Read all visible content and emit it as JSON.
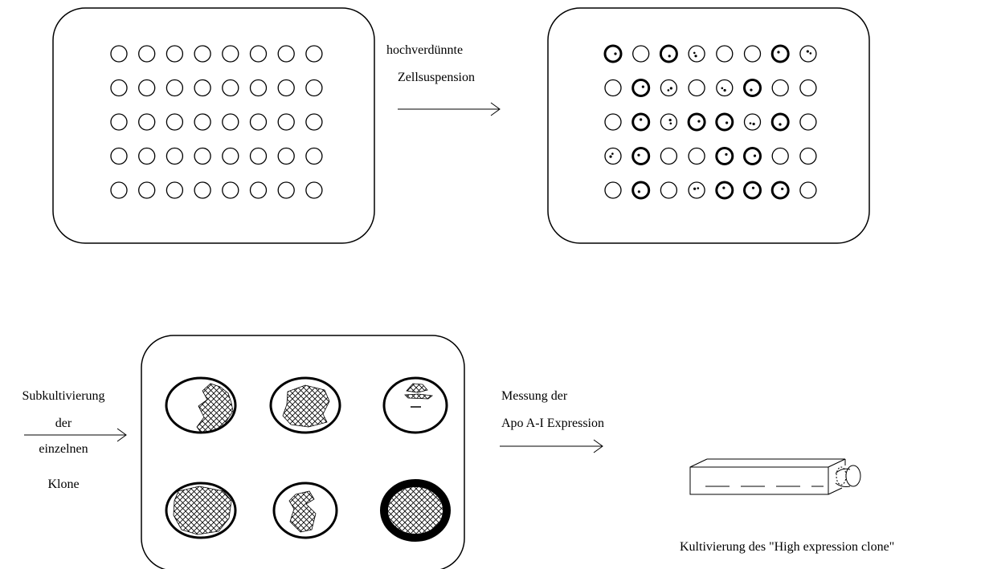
{
  "labels": {
    "dilution_line1": "hochverdünnte",
    "dilution_line2": "Zellsuspension",
    "subculture_line1": "Subkultivierung",
    "subculture_line2": "der",
    "subculture_line3": "einzelnen",
    "subculture_line4": "Klone",
    "measure_line1": "Messung der",
    "measure_line2": "Apo A-I Expression",
    "flask_caption": "Kultivierung des \"High expression clone\""
  },
  "plates": {
    "empty_plate": {
      "rows": 5,
      "cols": 8
    },
    "seeded_plate": {
      "rows": 5,
      "cols": 8,
      "well_content": [
        [
          "colony",
          "empty",
          "colony",
          "cells",
          "empty",
          "empty",
          "colony",
          "cells"
        ],
        [
          "empty",
          "colony",
          "cells",
          "empty",
          "cells",
          "colony",
          "empty",
          "empty"
        ],
        [
          "empty",
          "colony",
          "cells",
          "colony",
          "colony",
          "cells",
          "colony",
          "empty"
        ],
        [
          "cells",
          "colony",
          "empty",
          "empty",
          "colony",
          "colony",
          "empty",
          "empty"
        ],
        [
          "empty",
          "colony",
          "empty",
          "cells",
          "colony",
          "colony",
          "colony",
          "empty"
        ]
      ]
    },
    "subculture_plate": {
      "rows": 2,
      "cols": 3
    }
  }
}
